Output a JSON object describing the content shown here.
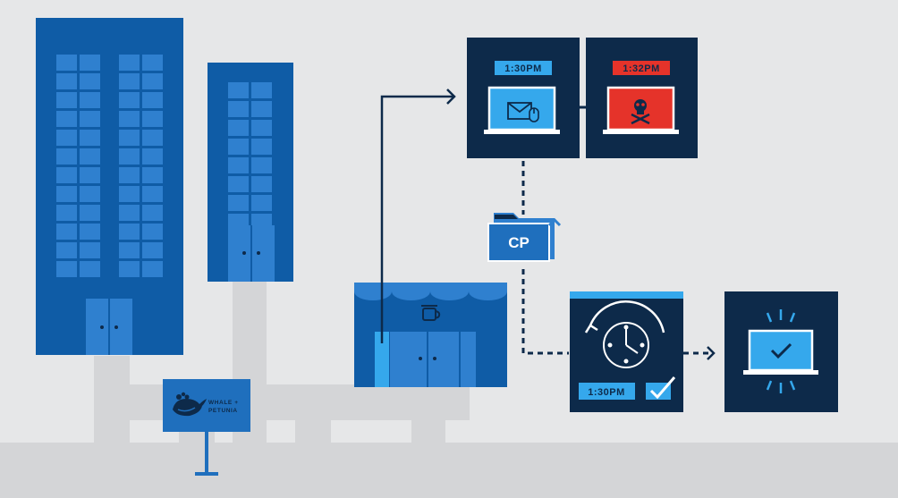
{
  "colors": {
    "background": "#e6e7e8",
    "path": "#d4d5d7",
    "building_dark": "#0f5ca6",
    "window": "#2f80cf",
    "navy_panel": "#0d2a4a",
    "laptop_screen": "#35a8ec",
    "alert_red": "#e5332a",
    "sign_blue": "#1f6fbd"
  },
  "icons": {
    "mail": "mail-icon",
    "mouse": "mouse-icon",
    "skull": "skull-crossbones-icon",
    "coffee": "coffee-cup-icon",
    "whale": "whale-icon",
    "clock": "clock-icon",
    "check": "checkmark-icon",
    "folder": "folder-icon"
  },
  "infected_laptop": {
    "time": "1:30PM"
  },
  "ransomware_laptop": {
    "time": "1:32PM"
  },
  "backup_folder": {
    "label": "CP"
  },
  "restore_panel": {
    "time": "1:30PM"
  },
  "sign": {
    "line1": "WHALE +",
    "line2": "PETUNIA"
  }
}
